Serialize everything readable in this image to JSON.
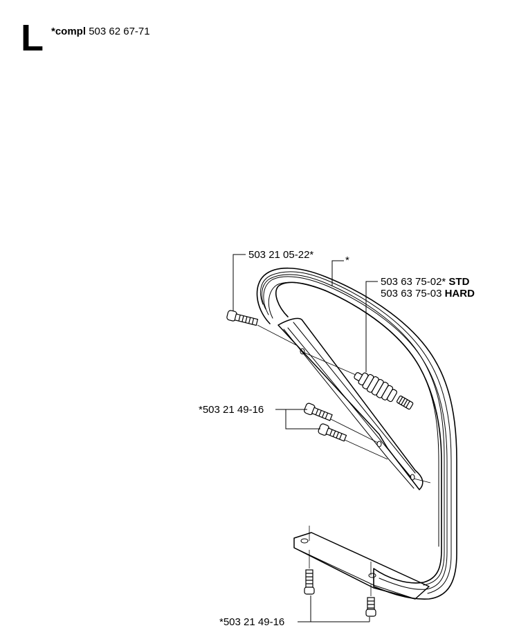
{
  "section_letter": "L",
  "assembly": {
    "prefix": "*compl",
    "number": "503 62 67-71"
  },
  "callouts": {
    "bolt_top": "503 21 05-22*",
    "handle_mark": "*",
    "damper_std_number": "503 63 75-02*",
    "damper_std_grade": "STD",
    "damper_hard_number": "503 63 75-03",
    "damper_hard_grade": "HARD",
    "bolts_middle": "*503 21 49-16",
    "bolts_bottom": "*503 21 49-16"
  }
}
